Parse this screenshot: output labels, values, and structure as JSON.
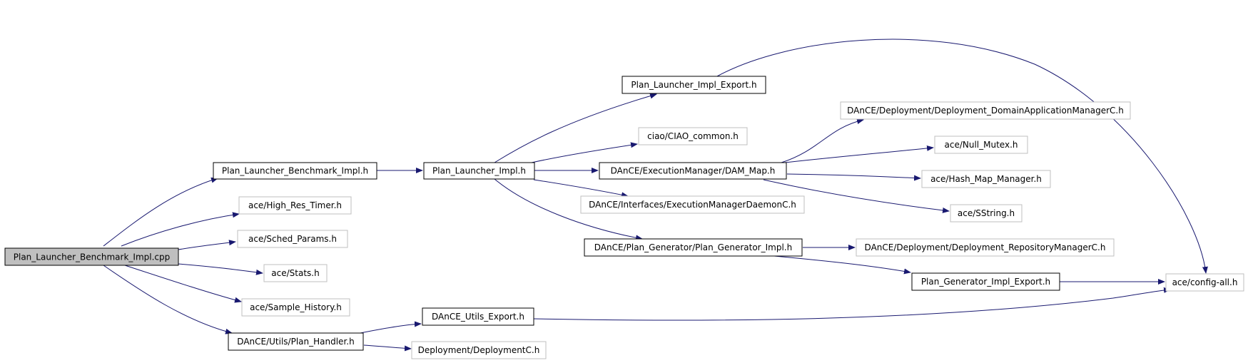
{
  "colors": {
    "edge": "#191970",
    "border_solid": "#000000",
    "border_muted": "#bfbfbf",
    "root_fill": "#bfbfbf",
    "node_fill": "#ffffff",
    "text": "#000000"
  },
  "nodes": [
    {
      "id": "root",
      "label": "Plan_Launcher_Benchmark_Impl.cpp",
      "style": "root"
    },
    {
      "id": "plbi_h",
      "label": "Plan_Launcher_Benchmark_Impl.h",
      "style": "solid"
    },
    {
      "id": "hrt",
      "label": "ace/High_Res_Timer.h",
      "style": "muted"
    },
    {
      "id": "sched",
      "label": "ace/Sched_Params.h",
      "style": "muted"
    },
    {
      "id": "stats",
      "label": "ace/Stats.h",
      "style": "muted"
    },
    {
      "id": "sample",
      "label": "ace/Sample_History.h",
      "style": "muted"
    },
    {
      "id": "handler",
      "label": "DAnCE/Utils/Plan_Handler.h",
      "style": "solid"
    },
    {
      "id": "pli_h",
      "label": "Plan_Launcher_Impl.h",
      "style": "solid"
    },
    {
      "id": "plie",
      "label": "Plan_Launcher_Impl_Export.h",
      "style": "solid"
    },
    {
      "id": "ciao",
      "label": "ciao/CIAO_common.h",
      "style": "muted"
    },
    {
      "id": "dam",
      "label": "DAnCE/ExecutionManager/DAM_Map.h",
      "style": "solid"
    },
    {
      "id": "emd",
      "label": "DAnCE/Interfaces/ExecutionManagerDaemonC.h",
      "style": "muted"
    },
    {
      "id": "pgi",
      "label": "DAnCE/Plan_Generator/Plan_Generator_Impl.h",
      "style": "solid"
    },
    {
      "id": "due",
      "label": "DAnCE_Utils_Export.h",
      "style": "solid"
    },
    {
      "id": "depc",
      "label": "Deployment/DeploymentC.h",
      "style": "muted"
    },
    {
      "id": "dam_c",
      "label": "DAnCE/Deployment/Deployment_DomainApplicationManagerC.h",
      "style": "muted"
    },
    {
      "id": "mutex",
      "label": "ace/Null_Mutex.h",
      "style": "muted"
    },
    {
      "id": "hash",
      "label": "ace/Hash_Map_Manager.h",
      "style": "muted"
    },
    {
      "id": "sstr",
      "label": "ace/SString.h",
      "style": "muted"
    },
    {
      "id": "repo",
      "label": "DAnCE/Deployment/Deployment_RepositoryManagerC.h",
      "style": "muted"
    },
    {
      "id": "pge",
      "label": "Plan_Generator_Impl_Export.h",
      "style": "solid"
    },
    {
      "id": "cfg",
      "label": "ace/config-all.h",
      "style": "muted"
    }
  ],
  "edges": [
    {
      "from": "root",
      "to": "plbi_h"
    },
    {
      "from": "root",
      "to": "hrt"
    },
    {
      "from": "root",
      "to": "sched"
    },
    {
      "from": "root",
      "to": "stats"
    },
    {
      "from": "root",
      "to": "sample"
    },
    {
      "from": "root",
      "to": "handler"
    },
    {
      "from": "plbi_h",
      "to": "pli_h"
    },
    {
      "from": "pli_h",
      "to": "plie"
    },
    {
      "from": "pli_h",
      "to": "ciao"
    },
    {
      "from": "pli_h",
      "to": "dam"
    },
    {
      "from": "pli_h",
      "to": "emd"
    },
    {
      "from": "pli_h",
      "to": "pgi"
    },
    {
      "from": "plie",
      "to": "cfg"
    },
    {
      "from": "dam",
      "to": "dam_c"
    },
    {
      "from": "dam",
      "to": "mutex"
    },
    {
      "from": "dam",
      "to": "hash"
    },
    {
      "from": "dam",
      "to": "sstr"
    },
    {
      "from": "pgi",
      "to": "repo"
    },
    {
      "from": "pgi",
      "to": "pge"
    },
    {
      "from": "pge",
      "to": "cfg"
    },
    {
      "from": "handler",
      "to": "due"
    },
    {
      "from": "handler",
      "to": "depc"
    },
    {
      "from": "due",
      "to": "cfg"
    }
  ]
}
